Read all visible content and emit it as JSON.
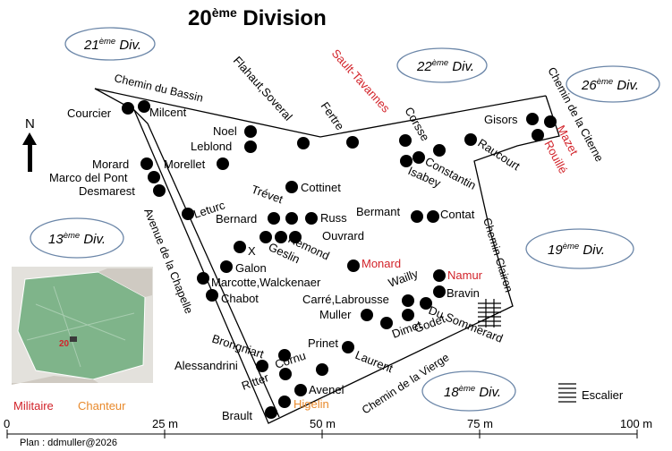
{
  "title": {
    "pre": "20",
    "sup": "ème",
    "post": " Division"
  },
  "north": "N",
  "divisions": [
    {
      "num": "21",
      "sup": "ème",
      "word": " Div."
    },
    {
      "num": "22",
      "sup": "ème",
      "word": " Div."
    },
    {
      "num": "26",
      "sup": "ème",
      "word": " Div."
    },
    {
      "num": "13",
      "sup": "ème",
      "word": " Div."
    },
    {
      "num": "19",
      "sup": "ème",
      "word": " Div."
    },
    {
      "num": "18",
      "sup": "ème",
      "word": " Div."
    }
  ],
  "streets": [
    "Chemin du Bassin",
    "Chemin de la Citerne",
    "Avenue de la Chapelle",
    "Chemin Clairon",
    "Chemin de la Vierge"
  ],
  "graves": [
    {
      "name": "Courcier",
      "color": "black"
    },
    {
      "name": "Milcent",
      "color": "black"
    },
    {
      "name": "Flahaut,Soveral",
      "color": "black"
    },
    {
      "name": "Sault-Tavannes",
      "color": "red"
    },
    {
      "name": "Fertre",
      "color": "black"
    },
    {
      "name": "Corsse",
      "color": "black"
    },
    {
      "name": "Noel",
      "color": "black"
    },
    {
      "name": "Leblond",
      "color": "black"
    },
    {
      "name": "Morellet",
      "color": "black"
    },
    {
      "name": "Morard",
      "color": "black"
    },
    {
      "name": "Marco del Pont",
      "color": "black"
    },
    {
      "name": "Desmarest",
      "color": "black"
    },
    {
      "name": "Gisors",
      "color": "black"
    },
    {
      "name": "Mazet",
      "color": "red"
    },
    {
      "name": "Rouillé",
      "color": "red"
    },
    {
      "name": "Raucourt",
      "color": "black"
    },
    {
      "name": "Constantin",
      "color": "black"
    },
    {
      "name": "Isabey",
      "color": "black"
    },
    {
      "name": "Cottinet",
      "color": "black"
    },
    {
      "name": "Leturc",
      "color": "black"
    },
    {
      "name": "Trévet",
      "color": "black"
    },
    {
      "name": "Bernard",
      "color": "black"
    },
    {
      "name": "Russ",
      "color": "black"
    },
    {
      "name": "Bermant",
      "color": "black"
    },
    {
      "name": "Contat",
      "color": "black"
    },
    {
      "name": "Ouvrard",
      "color": "black"
    },
    {
      "name": "Remond",
      "color": "black"
    },
    {
      "name": "Geslin",
      "color": "black"
    },
    {
      "name": "X",
      "color": "black"
    },
    {
      "name": "Galon",
      "color": "black"
    },
    {
      "name": "Monard",
      "color": "red"
    },
    {
      "name": "Namur",
      "color": "red"
    },
    {
      "name": "Marcotte,Walckenaer",
      "color": "black"
    },
    {
      "name": "Chabot",
      "color": "black"
    },
    {
      "name": "Wailly",
      "color": "black"
    },
    {
      "name": "Bravin",
      "color": "black"
    },
    {
      "name": "Carré,Labrousse",
      "color": "black"
    },
    {
      "name": "Muller",
      "color": "black"
    },
    {
      "name": "Du Sommerard",
      "color": "black"
    },
    {
      "name": "Godet",
      "color": "black"
    },
    {
      "name": "Dimet",
      "color": "black"
    },
    {
      "name": "Prinet",
      "color": "black"
    },
    {
      "name": "Brongniart",
      "color": "black"
    },
    {
      "name": "Cornu",
      "color": "black"
    },
    {
      "name": "Alessandrini",
      "color": "black"
    },
    {
      "name": "Laurent",
      "color": "black"
    },
    {
      "name": "Ritter",
      "color": "black"
    },
    {
      "name": "Avenel",
      "color": "black"
    },
    {
      "name": "Brault",
      "color": "black"
    },
    {
      "name": "Higelin",
      "color": "orange"
    }
  ],
  "legend": {
    "military": "Militaire",
    "singer": "Chanteur",
    "stairs": "Escalier"
  },
  "inset_label": "20",
  "scale": {
    "ticks": [
      "0",
      "25 m",
      "50 m",
      "75 m",
      "100 m"
    ]
  },
  "credit": "Plan : ddmuller@2026",
  "colors": {
    "black": "#000000",
    "red": "#d2232a",
    "orange": "#e8892b",
    "ellipse_border": "#6b86a8",
    "inset_green": "#7fb48a"
  }
}
